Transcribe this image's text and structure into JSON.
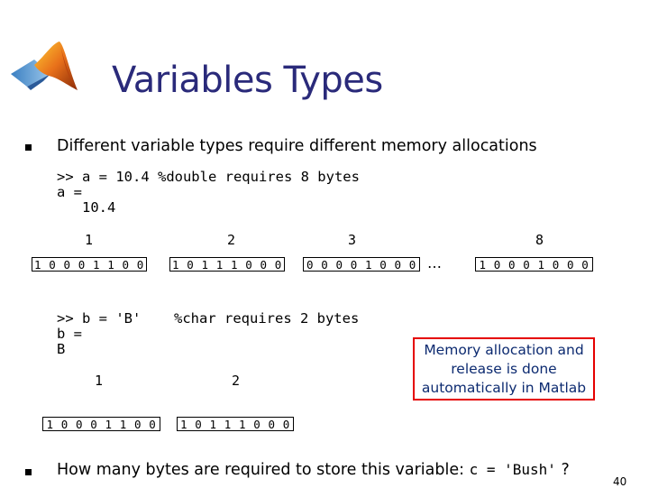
{
  "title": "Variables Types",
  "bullet1": "Different variable types require different memory allocations",
  "code_a": ">> a = 10.4 %double requires 8 bytes\na =\n   10.4",
  "byte_labels_a": [
    "1",
    "2",
    "3",
    "8"
  ],
  "bytes_a": [
    "1 0 0 0 1 1 0 0",
    "1 0 1 1 1 0 0 0",
    "0 0 0 0 1 0 0 0",
    "1 0 0 0 1 0 0 0"
  ],
  "ellipsis": "…",
  "code_b": ">> b = 'B'\nb =\nB",
  "code_b_comment": "%char requires 2 bytes",
  "byte_labels_b": [
    "1",
    "2"
  ],
  "bytes_b": [
    "1 0 0 0 1 1 0 0",
    "1 0 1 1 1 0 0 0"
  ],
  "note": "Memory allocation and release is done automatically in Matlab",
  "bullet2_text": "How many bytes are required to store this variable:",
  "bullet2_code": "c = 'Bush'",
  "bullet2_q": "?",
  "page_number": "40",
  "colors": {
    "title": "#2a2a7a",
    "note_border": "#e50000",
    "note_text": "#0c2a70"
  },
  "icons": {
    "logo": "matlab-logo-icon",
    "bullet": "square-bullet-icon"
  }
}
